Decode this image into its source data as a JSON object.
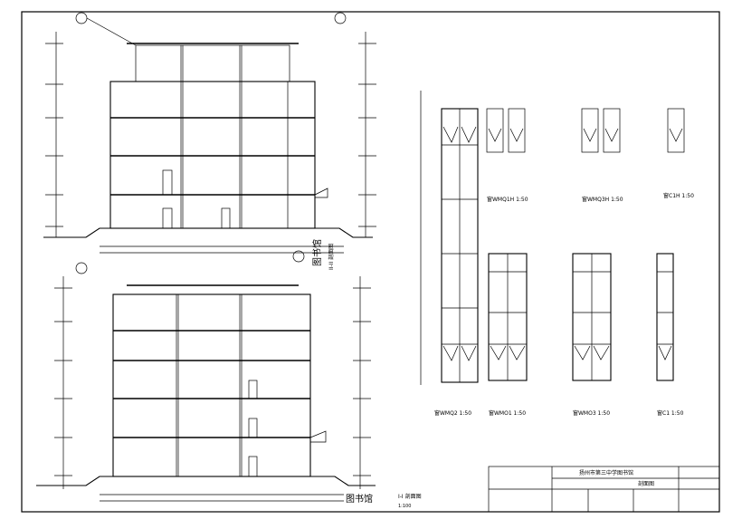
{
  "sections": {
    "top_title": "图书馆",
    "top_caption": "II-II 剖面图",
    "bottom_title": "图书馆",
    "bottom_caption": "I-I 剖面图",
    "bottom_scale": "1:100"
  },
  "details": {
    "wmq1h": "窗WMQ1H  1:50",
    "wmq3h": "窗WMQ3H  1:50",
    "c1h": "窗C1H  1:50",
    "wmq2": "窗WMQ2  1:50",
    "wmo1": "窗WMO1  1:50",
    "wmo3": "窗WMO3  1:50",
    "c1": "窗C1  1:50"
  },
  "title_block": {
    "school": "扬州市第三中学图书馆",
    "drawing": "剖面图"
  }
}
